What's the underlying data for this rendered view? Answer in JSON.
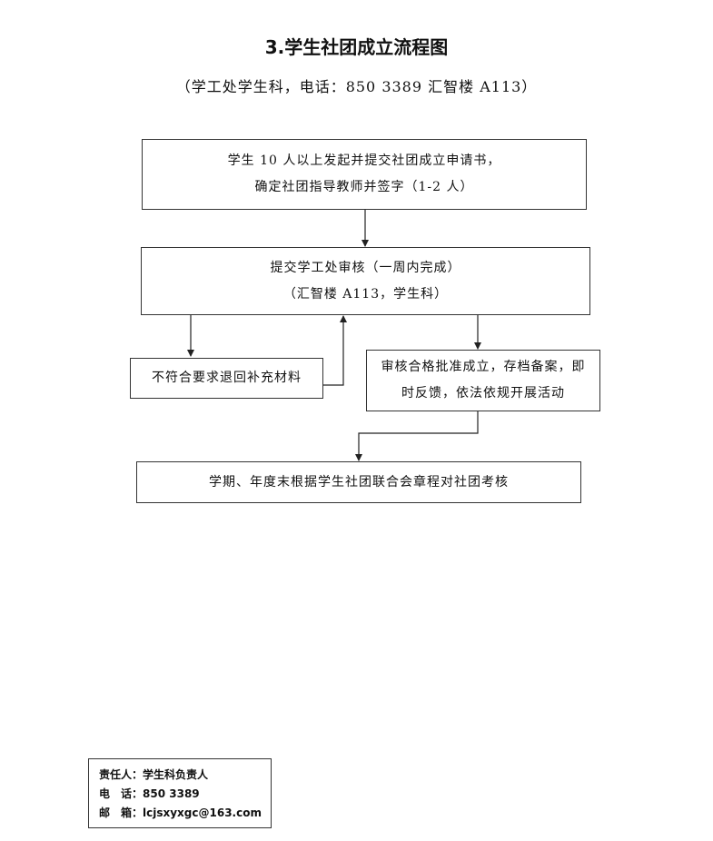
{
  "title": "3.学生社团成立流程图",
  "subtitle": "（学工处学生科，电话：850 3389 汇智楼 A113）",
  "steps": {
    "apply": {
      "line1": "学生 10 人以上发起并提交社团成立申请书，",
      "line2": "确定社团指导教师并签字（1-2 人）"
    },
    "review": {
      "line1": "提交学工处审核（一周内完成）",
      "line2": "（汇智楼 A113，学生科）"
    },
    "reject": {
      "line1": "不符合要求退回补充材料"
    },
    "approve": {
      "line1": "审核合格批准成立，存档备案，即",
      "line2": "时反馈，依法依规开展活动"
    },
    "assess": {
      "line1": "学期、年度末根据学生社团联合会章程对社团考核"
    }
  },
  "contact": {
    "person_label": "责任人：",
    "person_value": "学生科负责人",
    "phone_label": "电　话：",
    "phone_value": "850 3389",
    "email_label": "邮　箱：",
    "email_value": "lcjsxyxgc@163.com"
  }
}
